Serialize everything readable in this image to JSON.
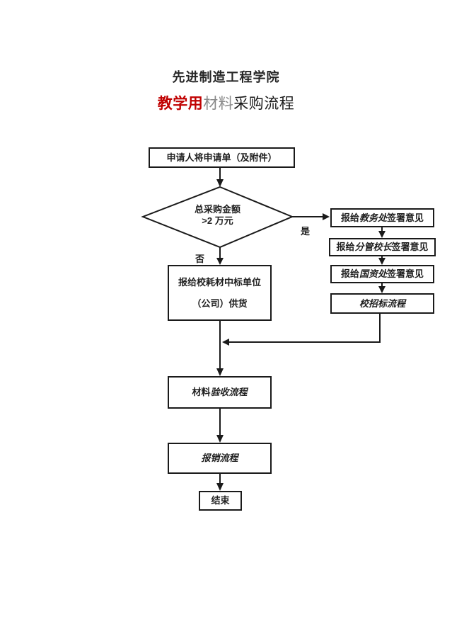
{
  "header": {
    "title": "先进制造工程学院",
    "subtitle_red": "教学用",
    "subtitle_gray": "材料",
    "subtitle_black": "采购流程"
  },
  "colors": {
    "accent_red": "#c00000",
    "muted_gray": "#8a8a8a",
    "line_ink": "#1a1a1a"
  },
  "flowchart": {
    "start_box": "申请人将申请单（及附件）",
    "decision": {
      "line1": "总采购金额",
      "line2": ">2 万元"
    },
    "yes_label": "是",
    "no_label": "否",
    "approve_boxes": [
      {
        "prefix": "报给",
        "italic": "教务处",
        "suffix": "签署意见"
      },
      {
        "prefix": "报给",
        "italic": "分管校长",
        "suffix": "签署意见"
      },
      {
        "prefix": "报给",
        "italic": "国资处",
        "suffix": "签署意见"
      }
    ],
    "bidding_box": {
      "italic": "校招标流程"
    },
    "supply_box": {
      "line1": "报给校耗材中标单位",
      "line2": "（公司）供货"
    },
    "acceptance_box": {
      "prefix": "材料",
      "italic": "验收流程"
    },
    "reimburse_box": {
      "italic": "报销流程"
    },
    "end_box": "结束"
  }
}
